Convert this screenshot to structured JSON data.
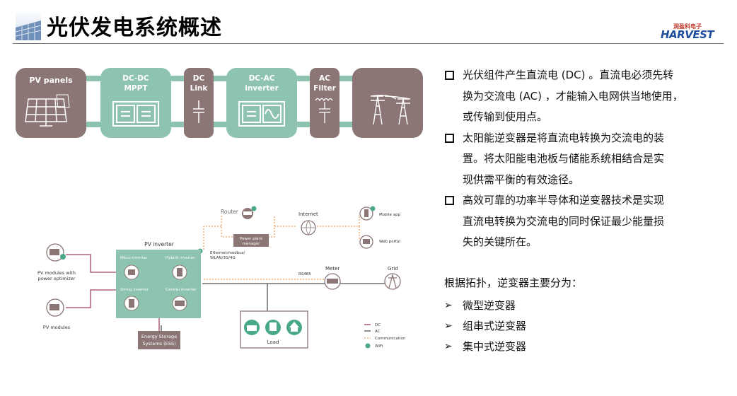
{
  "header": {
    "title": "光伏发电系统概述",
    "logo_cn": "润盈科电子",
    "logo_en": "HARVEST"
  },
  "top_diagram": {
    "blocks": [
      {
        "label": "PV panels",
        "kind": "source"
      },
      {
        "label": "DC-DC\nMPPT",
        "kind": "converter"
      },
      {
        "label": "DC\nLink",
        "kind": "link"
      },
      {
        "label": "DC-AC\ninverter",
        "kind": "converter"
      },
      {
        "label": "AC\nFilter",
        "kind": "link"
      },
      {
        "label": "",
        "kind": "grid"
      }
    ],
    "colors": {
      "source": "#8b7675",
      "converter": "#8ec3b0",
      "connector": "#8ec3b0"
    }
  },
  "system_diagram": {
    "router": "Router",
    "power_plant_manager": "Power plant manager",
    "internet": "Internet",
    "mobile_app": "Mobile app",
    "web_portal": "Web portal",
    "pv_inverter": "PV inverter",
    "ethernet": "Ethernet/modbus/\nWLAN/3G/4G",
    "micro_inverter": "Micro-inverter",
    "hybrid_inverter": "Hybrid inverter",
    "string_inverter": "String inverter",
    "central_inverter": "Central inverter",
    "pv_modules_optimizer": "PV modules with\npower optimizer",
    "pv_modules": "PV modules",
    "rs485": "RS485",
    "meter": "Meter",
    "grid": "Grid",
    "load": "Load",
    "ess": "Energy Storage\nSystems (ESS)",
    "legend": [
      {
        "label": "DC",
        "color": "#a0406a",
        "type": "line"
      },
      {
        "label": "AC",
        "color": "#555555",
        "type": "line"
      },
      {
        "label": "Communication",
        "color": "#e8883a",
        "type": "dash"
      },
      {
        "label": "WiFi",
        "color": "#4aa88a",
        "type": "dot"
      }
    ],
    "colors": {
      "inverter_box": "#8ec3b0",
      "ess_box": "#8b7675",
      "dc": "#a0406a",
      "ac": "#555555",
      "comm": "#e8883a",
      "wifi": "#4aa88a"
    }
  },
  "bullets": [
    "光伏组件产生直流电 (DC) 。直流电必须先转换为交流电 (AC) ，才能输入电网供当地使用，或传输到使用点。",
    "太阳能逆变器是将直流电转换为交流电的装置。将太阳能电池板与储能系统相结合是实现供需平衡的有效途径。",
    "高效可靠的功率半导体和逆变器技术是实现直流电转换为交流电的同时保证最少能量损失的关键所在。"
  ],
  "bullet_lines": [
    [
      "光伏组件产生直流电 (DC) 。直流电必须先转",
      "换为交流电 (AC) ，才能输入电网供当地使用，",
      "或传输到使用点。"
    ],
    [
      "太阳能逆变器是将直流电转换为交流电的装",
      "置。将太阳能电池板与储能系统相结合是实",
      "现供需平衡的有效途径。"
    ],
    [
      "高效可靠的功率半导体和逆变器技术是实现",
      "直流电转换为交流电的同时保证最少能量损",
      "失的关键所在。"
    ]
  ],
  "summary": "根据拓扑，逆变器主要分为：",
  "inverter_types": [
    "微型逆变器",
    "组串式逆变器",
    "集中式逆变器"
  ]
}
